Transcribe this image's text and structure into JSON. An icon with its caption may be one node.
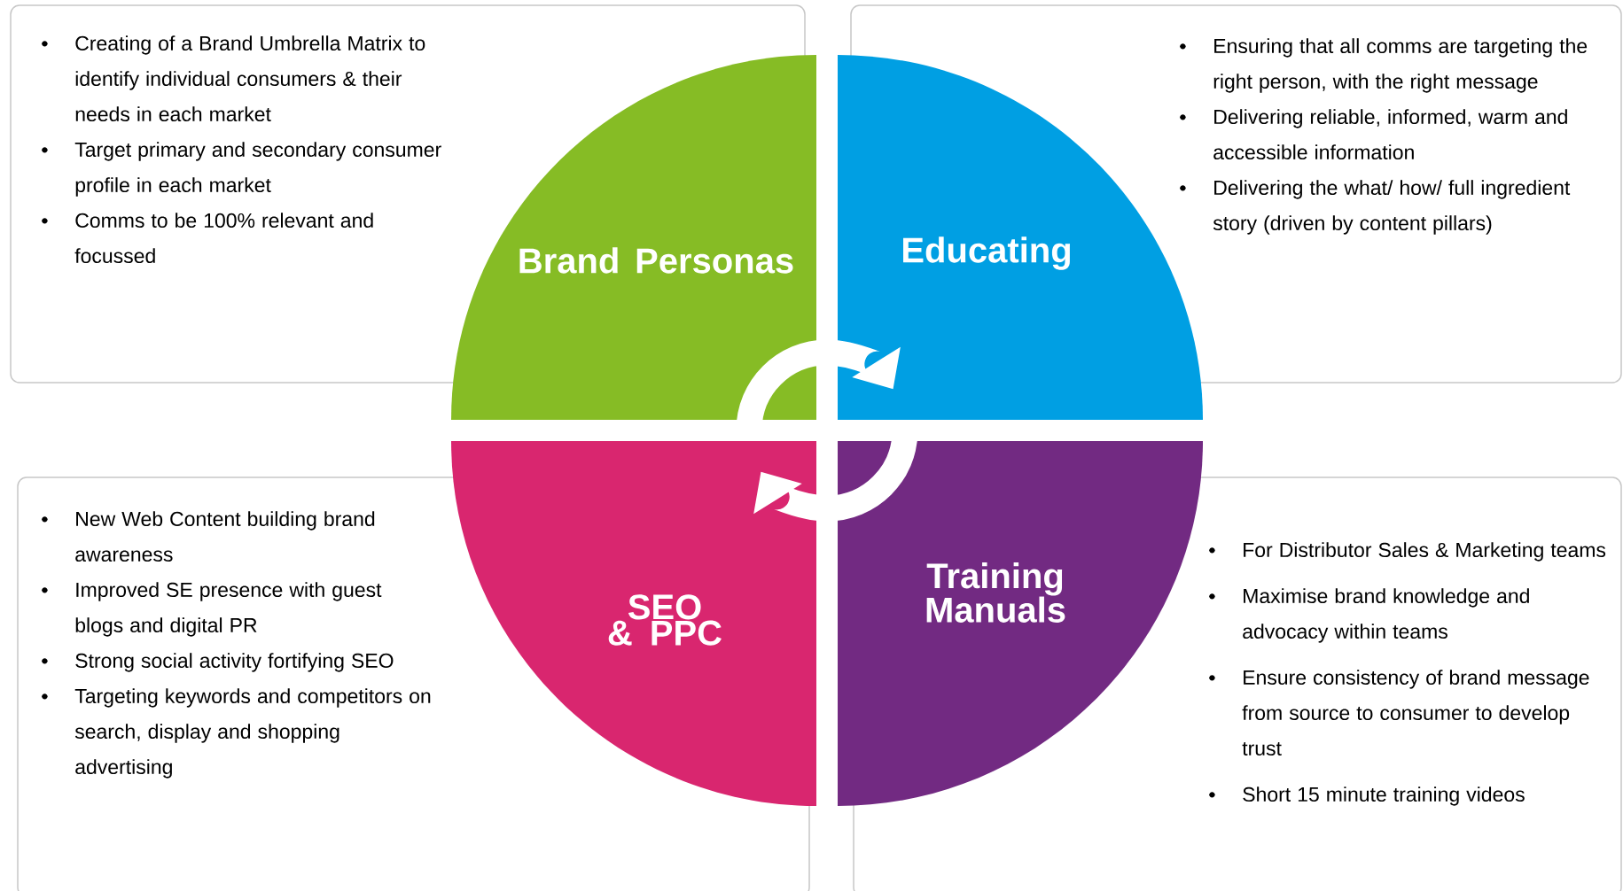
{
  "diagram": {
    "nodes": [
      {
        "text": [
          "Creating of a Brand Umbrella Matrix to identify individual consumers & their needs in each market",
          "Target primary and secondary consumer profile in each market",
          "Comms to be 100% relevant and focussed"
        ]
      },
      {
        "text": [
          "Brand Personas"
        ]
      },
      {
        "text": [
          "Educating"
        ]
      },
      {
        "text": [
          "Ensuring that all comms are targeting the right person, with the right message",
          "Delivering reliable, informed, warm and accessible information",
          "Delivering the what/ how/ full ingredient story (driven by content pillars)"
        ]
      },
      {
        "text": [
          "New Web Content building brand awareness",
          "Improved SE presence with guest blogs and digital PR",
          "Strong social activity fortifying SEO",
          "Targeting keywords and competitors on search, display and shopping advertising"
        ]
      },
      {
        "text": [
          "SEO & PPC"
        ]
      },
      {
        "text": [
          "Training Manuals"
        ]
      },
      {
        "text": [
          "For Distributor Sales & Marketing teams",
          "Maximise brand knowledge and advocacy within teams",
          "Ensure consistency of brand message from source to consumer to develop trust",
          "Short 15 minute training videos"
        ]
      }
    ]
  }
}
